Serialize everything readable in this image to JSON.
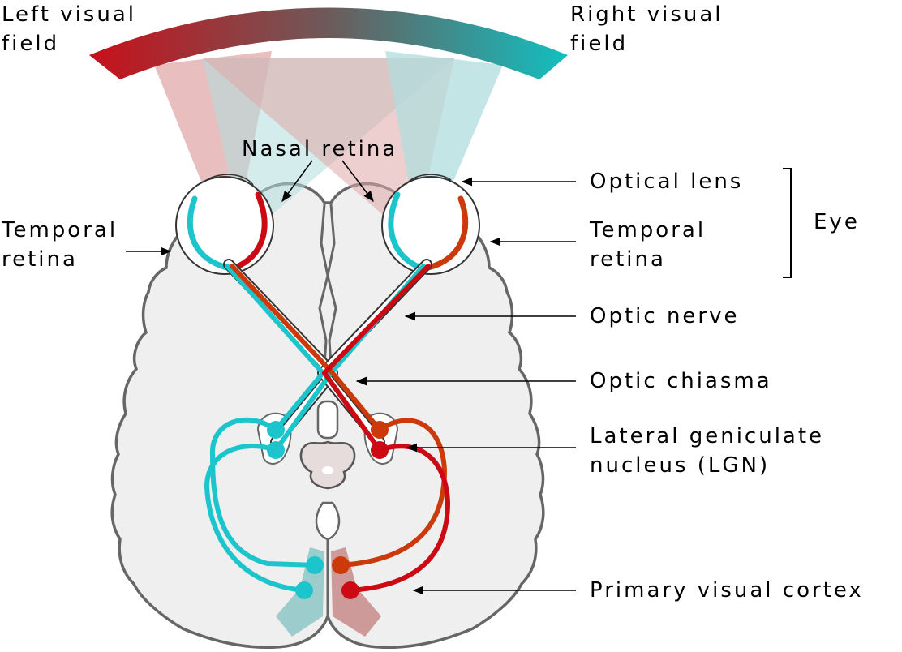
{
  "labels": {
    "left_visual_field": [
      "Left visual",
      "field"
    ],
    "right_visual_field": [
      "Right visual",
      "field"
    ],
    "nasal_retina": "Nasal retina",
    "temporal_retina_left": [
      "Temporal",
      "retina"
    ],
    "optical_lens": "Optical lens",
    "temporal_retina_right": [
      "Temporal",
      "retina"
    ],
    "eye": "Eye",
    "optic_nerve": "Optic nerve",
    "optic_chiasma": "Optic chiasma",
    "lgn": [
      "Lateral geniculate",
      "nucleus (LGN)"
    ],
    "primary_visual_cortex": "Primary visual cortex"
  },
  "colors": {
    "left_field": "#c8101a",
    "right_field": "#12bfc0",
    "cyan_pathway": "#1cc5cc",
    "red_pathway": "#cc0a14",
    "orange_pathway": "#cc3a0c",
    "brain_fill": "#efefef",
    "brain_outline": "#666666",
    "red_wedge": "#e0a8a8",
    "cyan_wedge": "#b0dcdc"
  }
}
